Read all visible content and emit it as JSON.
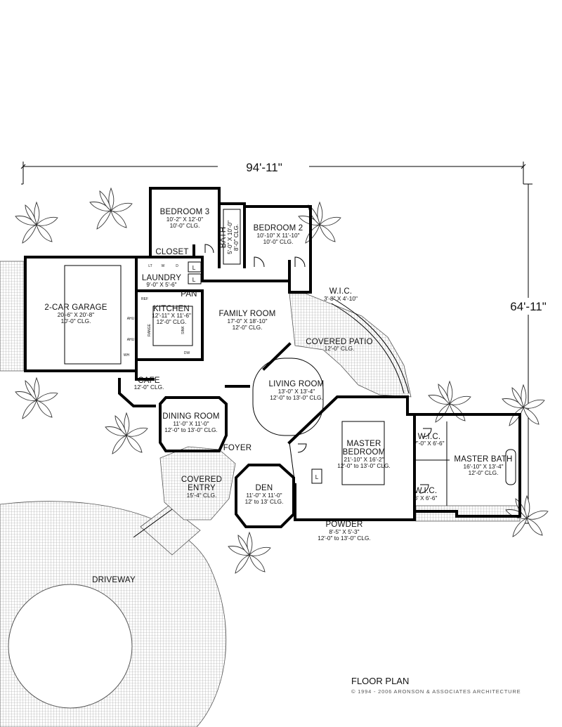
{
  "colors": {
    "ink": "#000000",
    "paper": "#ffffff",
    "paving": "#9a9a9a"
  },
  "dimensions": {
    "width": "94'-11\"",
    "depth": "64'-11\""
  },
  "rooms": {
    "bedroom3": {
      "name": "BEDROOM 3",
      "size": "10'-2\" X 12'-0\"",
      "clg": "10'-0\" CLG."
    },
    "bedroom2": {
      "name": "BEDROOM 2",
      "size": "10'-10\" X 11'-10\"",
      "clg": "10'-0\" CLG."
    },
    "bath": {
      "name": "BATH",
      "size": "5'-0\" X 10'-0\"",
      "clg": "8'-0\" CLG."
    },
    "closet": {
      "name": "CLOSET"
    },
    "laundry": {
      "name": "LAUNDRY",
      "size": "9'-0\" X 5'-6\""
    },
    "pan": {
      "name": "PAN"
    },
    "garage": {
      "name": "2-CAR GARAGE",
      "size": "20'-6\" X 20'-8\"",
      "clg": "10'-0\" CLG."
    },
    "kitchen": {
      "name": "KITCHEN",
      "size": "12'-11\" X 11'-6\"",
      "clg": "12'-0\" CLG."
    },
    "family": {
      "name": "FAMILY ROOM",
      "size": "17'-0\" X 18'-10\"",
      "clg": "12'-0\" CLG."
    },
    "wic_top": {
      "name": "W.I.C.",
      "size": "3'-8\" X 4'-10\""
    },
    "patio": {
      "name": "COVERED PATIO",
      "clg": "12'-0\" CLG."
    },
    "cafe": {
      "name": "CAFE",
      "clg": "12'-0\" CLG."
    },
    "living": {
      "name": "LIVING ROOM",
      "size": "13'-0\" X 13'-4\"",
      "clg": "12'-0\" to 13'-0\" CLG."
    },
    "dining": {
      "name": "DINING ROOM",
      "size": "11'-0\" X 11'-0\"",
      "clg": "12'-0\" to 13'-0\" CLG."
    },
    "foyer": {
      "name": "FOYER"
    },
    "master": {
      "name_line1": "MASTER",
      "name_line2": "BEDROOM",
      "size": "21'-10\" X 16'-2\"",
      "clg": "12'-0\" to 13'-0\" CLG."
    },
    "wic1": {
      "name": "W.I.C.",
      "size": "7'-0\" X 6'-6\""
    },
    "wic2": {
      "name": "W.I.C.",
      "size": "6' X 6'-6\""
    },
    "masterbath": {
      "name": "MASTER BATH",
      "size": "16'-10\" X 13'-4\"",
      "clg": "12'-0\" CLG."
    },
    "entry": {
      "name_line1": "COVERED",
      "name_line2": "ENTRY",
      "size": "15'-4\" CLG."
    },
    "den": {
      "name": "DEN",
      "size": "11'-0\" X 11'-0\"",
      "clg": "12' to 13' CLG."
    },
    "powder": {
      "name": "POWDER",
      "size": "8'-5\" X 5'-3\"",
      "clg": "12'-0\" to 13'-0\" CLG."
    },
    "driveway": {
      "name": "DRIVEWAY"
    }
  },
  "fixtures": {
    "linen": "L",
    "lt": "LT",
    "w": "W",
    "d": "D",
    "ref": "REF",
    "range": "RANGE",
    "sink": "SINK",
    "dw": "DW",
    "ahu": "AHU",
    "wh": "WH"
  },
  "footer": {
    "title": "FLOOR PLAN",
    "copyright": "© 1994 - 2006 ARONSON & ASSOCIATES ARCHITECTURE"
  }
}
